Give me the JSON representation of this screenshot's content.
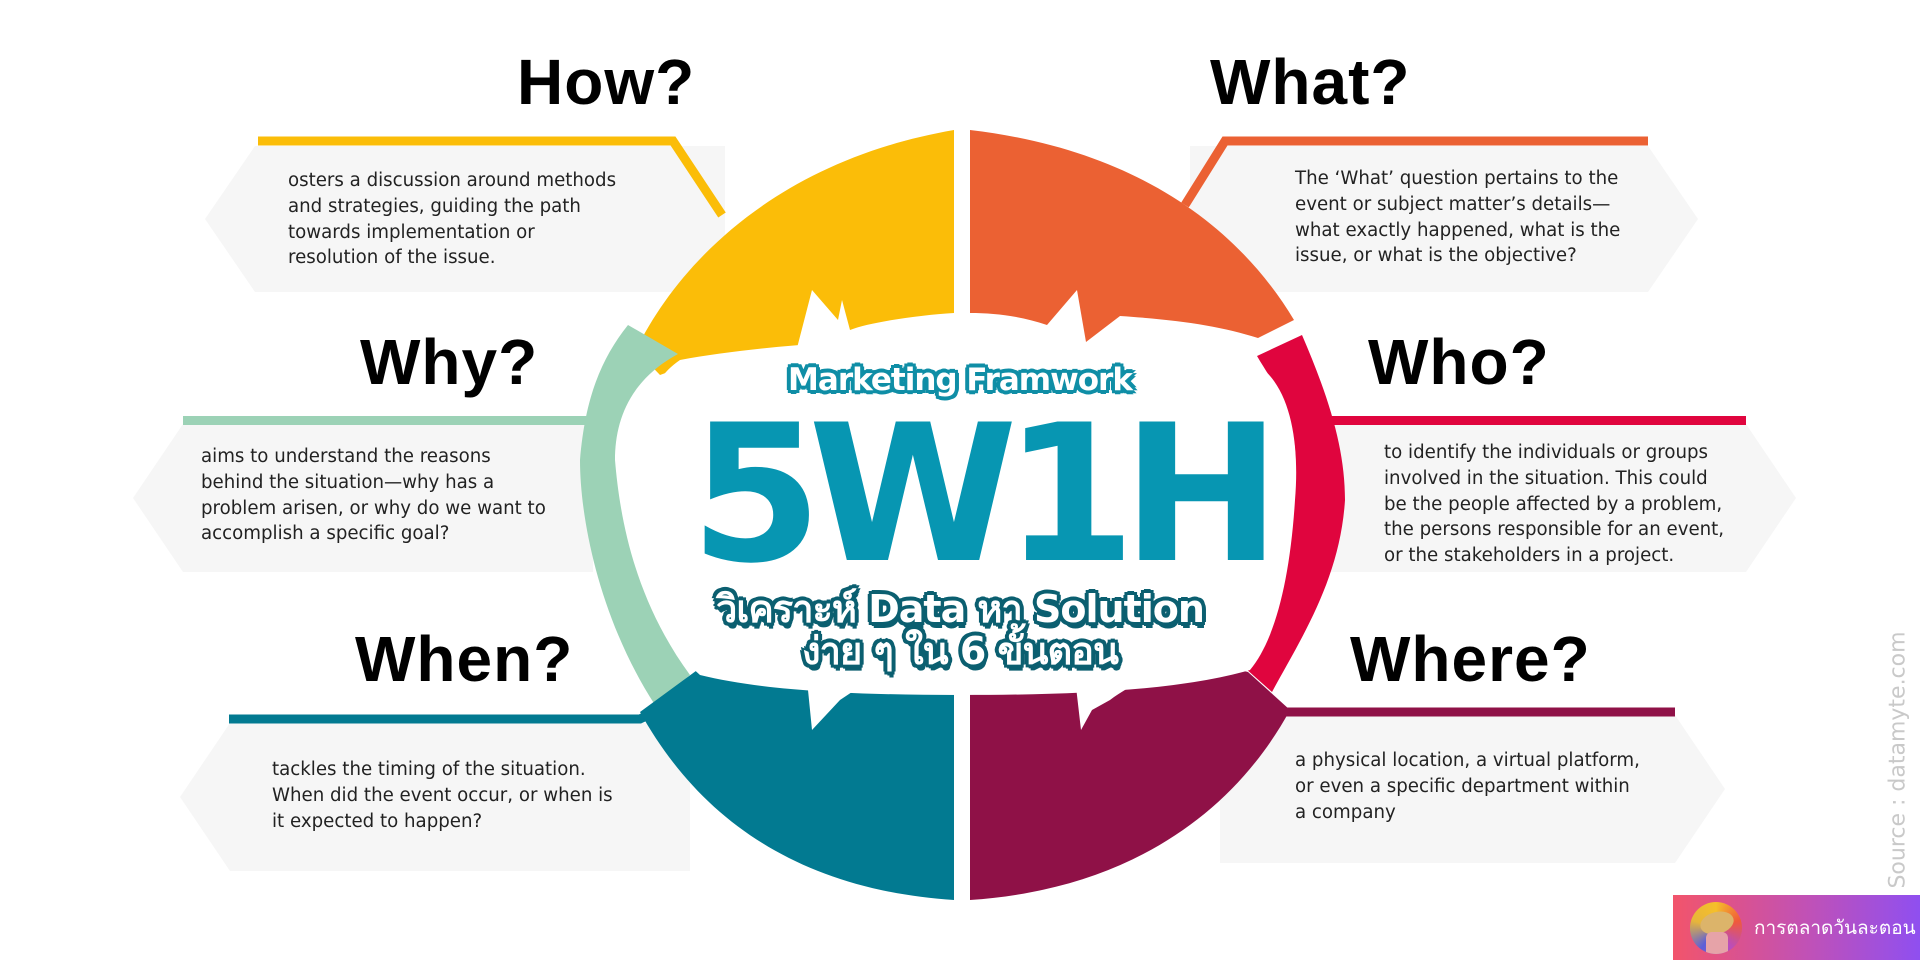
{
  "center": {
    "subtitle": "Marketing Framwork",
    "title": "5W1H",
    "thai_line1": "วิเคราะห์ Data หา Solution",
    "thai_line2": "ง่าย ๆ ใน 6 ขั้นตอน"
  },
  "colors": {
    "how": "#fbbd08",
    "what": "#eb6133",
    "why": "#9cd2b6",
    "who": "#e0053e",
    "when": "#027a91",
    "where": "#8f1147",
    "title_teal": "#0796b2",
    "panel_bg": "#f6f6f6"
  },
  "sections": {
    "how": {
      "heading": "How?",
      "text": "osters a discussion around methods\nand strategies, guiding the path\ntowards implementation or\nresolution of the issue."
    },
    "what": {
      "heading": "What?",
      "text": "The ‘What’ question pertains to the\nevent or subject matter’s details—\nwhat exactly happened, what is the\nissue, or what is the objective?"
    },
    "why": {
      "heading": "Why?",
      "text": "aims to understand the reasons\nbehind the situation—why has a\nproblem arisen, or why do we want to\naccomplish a specific goal?"
    },
    "who": {
      "heading": "Who?",
      "text": "to identify the individuals or groups\ninvolved in the situation. This could\nbe the people affected by a problem,\nthe persons responsible for an event,\nor the stakeholders in a project."
    },
    "when": {
      "heading": "When?",
      "text": "tackles the timing of the situation.\nWhen did the event occur, or when is\nit expected to happen?"
    },
    "where": {
      "heading": "Where?",
      "text": "a physical location, a virtual platform,\nor even a specific department within\na company"
    }
  },
  "source": "Source : datamyte.com",
  "brand": {
    "label": "การตลาดวันละตอน",
    "avatar_icon": "avatar-hat-person-icon"
  }
}
